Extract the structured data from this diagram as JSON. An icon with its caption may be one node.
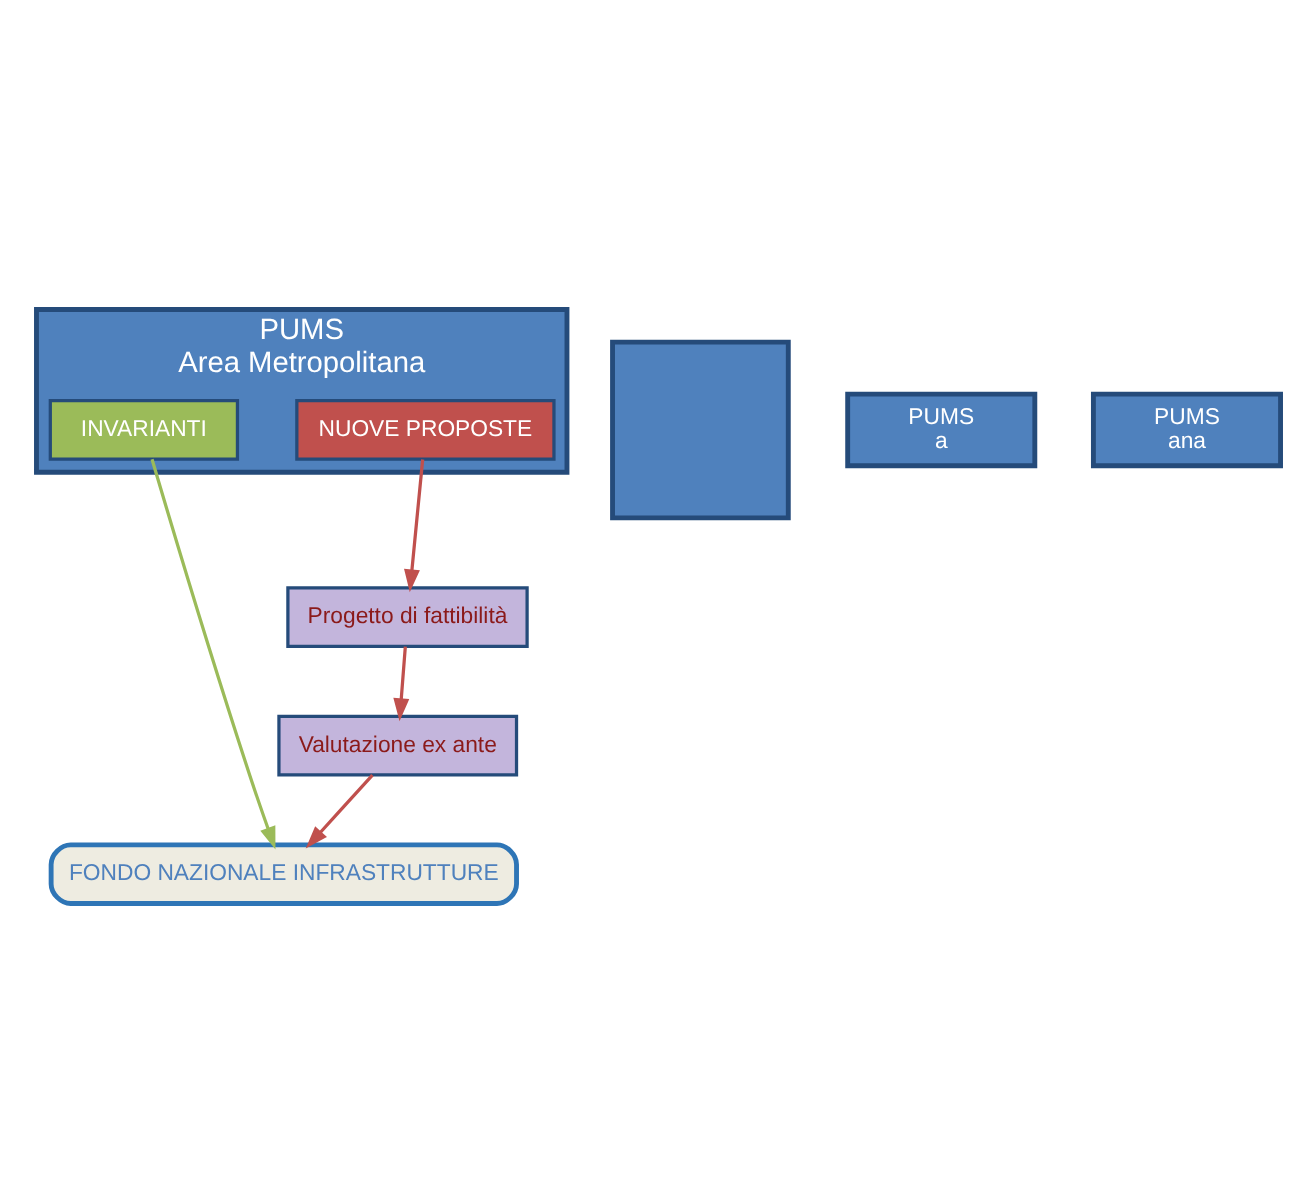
{
  "diagram": {
    "nodes": [
      {
        "text": [
          "FONDO NAZIONALE INFRASTRUTTURE"
        ]
      },
      {
        "text": [],
        "shape": "box"
      },
      {
        "text": [
          "PUMS",
          "a"
        ]
      },
      {
        "text": [
          "PUMS",
          "ana"
        ]
      },
      {
        "text": [
          "PUMS",
          "Area Metropolitana"
        ]
      },
      {
        "text": [
          "INVARIANTI"
        ],
        "in": 4
      },
      {
        "text": [
          "NUOVE PROPOSTE"
        ],
        "in": 4
      },
      {
        "text": [
          "Progetto di fattibilità"
        ]
      },
      {
        "text": [
          "Valutazione ex ante"
        ]
      }
    ],
    "edges": [
      {
        "from": 5,
        "to": 0,
        "arrow": "to",
        "color": "#9bbb59"
      },
      {
        "from": 6,
        "to": 7,
        "arrow": "to"
      },
      {
        "from": 7,
        "to": 8,
        "arrow": "to"
      },
      {
        "from": 8,
        "to": 0,
        "arrow": "to"
      }
    ]
  }
}
